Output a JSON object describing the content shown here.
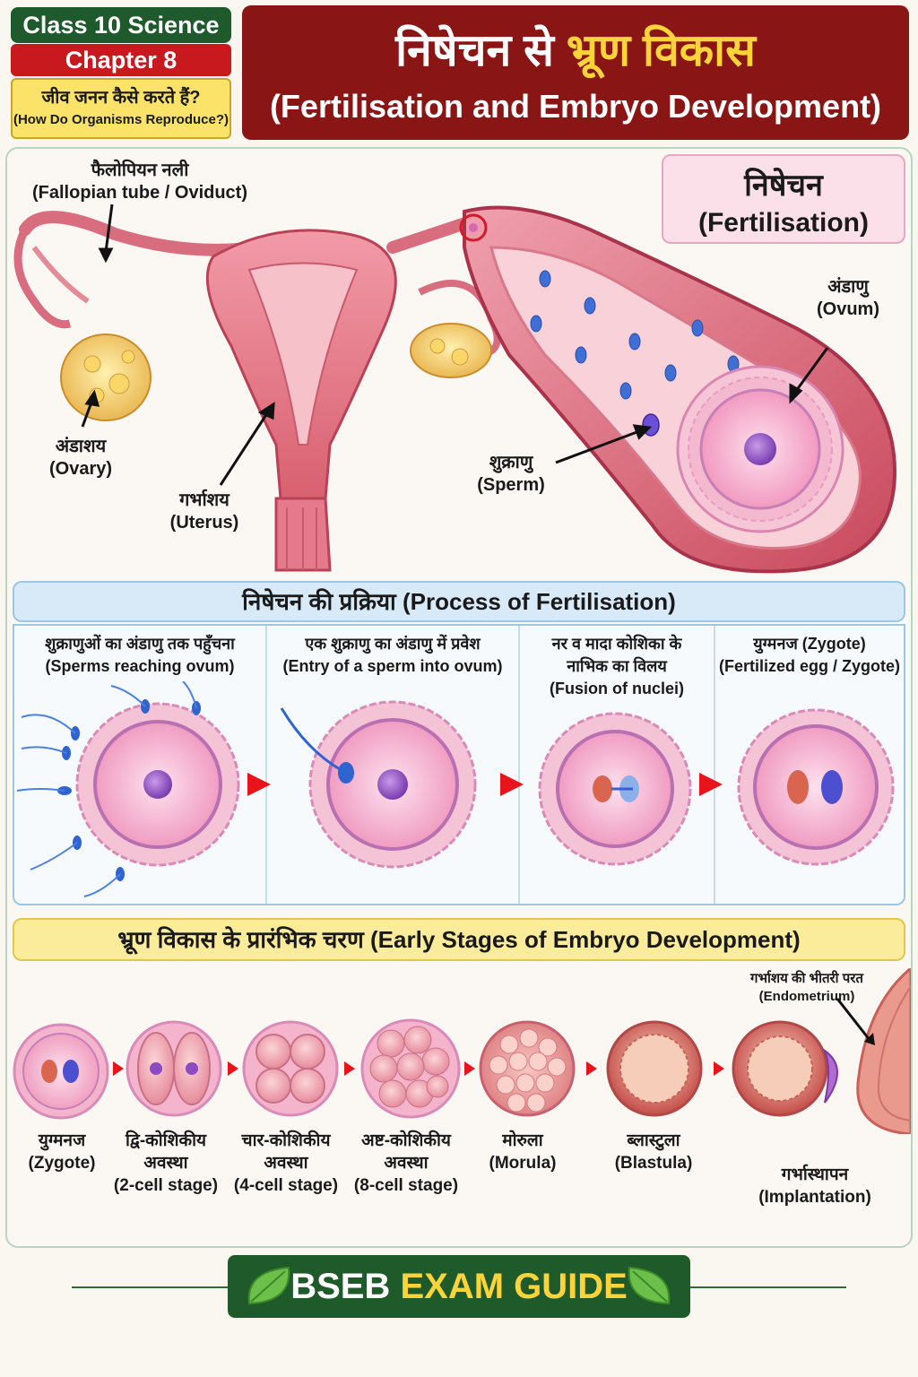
{
  "header": {
    "class_label": "Class 10 Science",
    "chapter_label": "Chapter 8",
    "topic_hindi": "जीव जनन कैसे करते हैं?",
    "topic_english": "(How Do Organisms Reproduce?)",
    "title_hindi_part1": "निषेचन से",
    "title_hindi_highlight": "भ्रूण विकास",
    "title_english": "(Fertilisation and Embryo Development)"
  },
  "anatomy": {
    "fallopian_hindi": "फैलोपियन नली",
    "fallopian_english": "(Fallopian tube / Oviduct)",
    "ovary_hindi": "अंडाशय",
    "ovary_english": "(Ovary)",
    "uterus_hindi": "गर्भाशय",
    "uterus_english": "(Uterus)",
    "sperm_hindi": "शुक्राणु",
    "sperm_english": "(Sperm)",
    "ovum_hindi": "अंडाणु",
    "ovum_english": "(Ovum)",
    "fertilisation_hindi": "निषेचन",
    "fertilisation_english": "(Fertilisation)"
  },
  "process": {
    "heading": "निषेचन की प्रक्रिया (Process of Fertilisation)",
    "steps": [
      {
        "hindi": "शुक्राणुओं का अंडाणु तक पहुँचना",
        "english": "(Sperms reaching ovum)"
      },
      {
        "hindi": "एक शुक्राणु का अंडाणु में प्रवेश",
        "english": "(Entry of a sperm into ovum)"
      },
      {
        "hindi": "नर व मादा कोशिका के नाभिक का विलय",
        "english": "(Fusion of nuclei)"
      },
      {
        "hindi": "युग्मनज (Zygote)",
        "english": "(Fertilized egg / Zygote)"
      }
    ]
  },
  "embryo": {
    "heading": "भ्रूण विकास के प्रारंभिक चरण (Early Stages of Embryo Development)",
    "endometrium_hindi": "गर्भाशय की भीतरी परत",
    "endometrium_english": "(Endometrium)",
    "stages": [
      {
        "hindi": "युग्मनज",
        "hindi2": "",
        "english": "(Zygote)"
      },
      {
        "hindi": "द्वि-कोशिकीय",
        "hindi2": "अवस्था",
        "english": "(2-cell stage)"
      },
      {
        "hindi": "चार-कोशिकीय",
        "hindi2": "अवस्था",
        "english": "(4-cell stage)"
      },
      {
        "hindi": "अष्ट-कोशिकीय",
        "hindi2": "अवस्था",
        "english": "(8-cell stage)"
      },
      {
        "hindi": "मोरुला",
        "hindi2": "",
        "english": "(Morula)"
      },
      {
        "hindi": "ब्लास्टुला",
        "hindi2": "",
        "english": "(Blastula)"
      },
      {
        "hindi": "गर्भास्थापन",
        "hindi2": "",
        "english": "(Implantation)"
      }
    ]
  },
  "footer": {
    "part1": "BSEB",
    "part2": "EXAM GUIDE"
  },
  "colors": {
    "header_red": "#8a1515",
    "highlight_yellow": "#ffd43b",
    "badge_green": "#1e5a2c",
    "badge_red": "#c8191e",
    "tissue_pink": "#e47a8c",
    "arrow_red": "#e8141b"
  }
}
